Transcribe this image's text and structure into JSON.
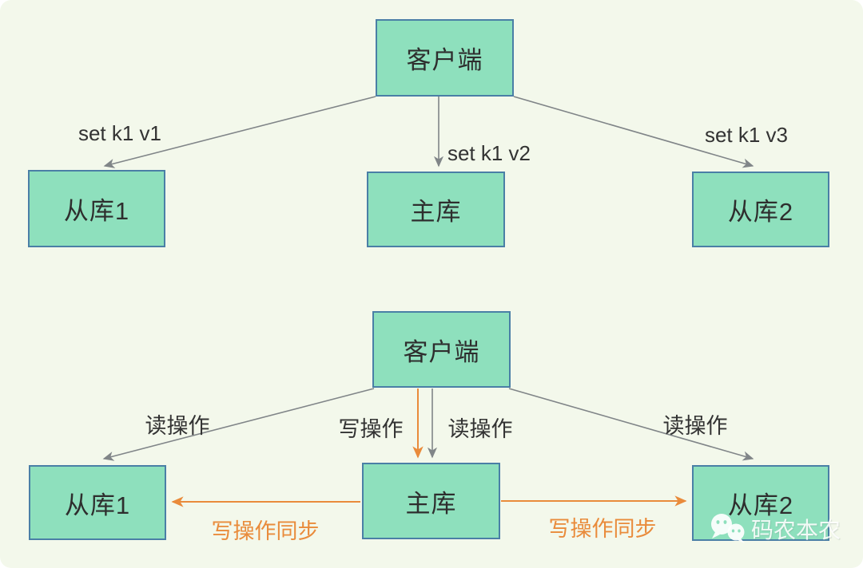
{
  "colors": {
    "canvas_background": "#f3f8eb",
    "node_fill": "#8ee0bd",
    "node_border": "#4a7fa6",
    "arrow_gray": "#808588",
    "arrow_orange": "#e98b3b",
    "node_text": "#2e2e2e",
    "watermark_text": "#ffffff"
  },
  "diagram1": {
    "client": "客户端",
    "slave1": "从库1",
    "master": "主库",
    "slave2": "从库2",
    "label_left": "set k1 v1",
    "label_middle": "set k1 v2",
    "label_right": "set k1 v3"
  },
  "diagram2": {
    "client": "客户端",
    "slave1": "从库1",
    "master": "主库",
    "slave2": "从库2",
    "read_left": "读操作",
    "write_middle": "写操作",
    "read_middle": "读操作",
    "read_right": "读操作",
    "sync_left": "写操作同步",
    "sync_right": "写操作同步"
  },
  "watermark": {
    "text": "码农本农",
    "icon": "wechat-icon"
  }
}
